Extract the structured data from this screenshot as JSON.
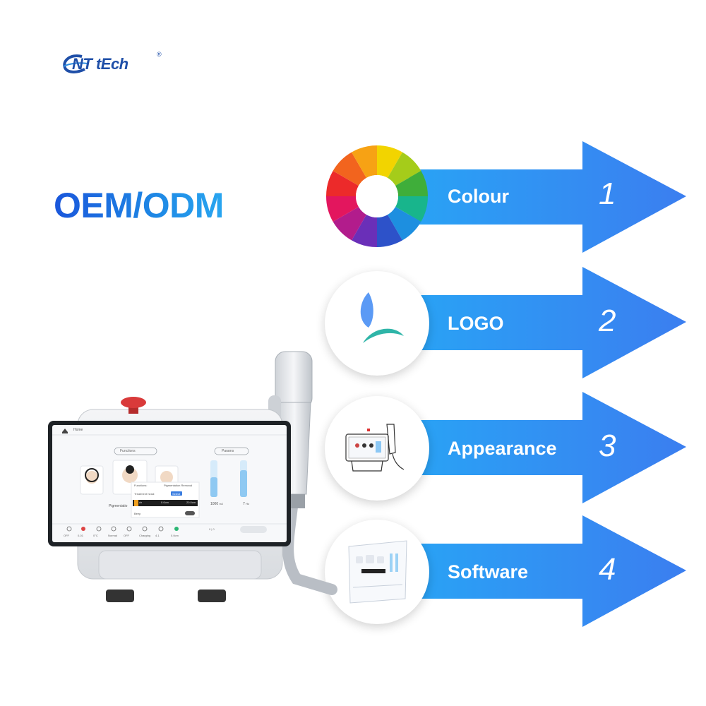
{
  "brand": {
    "text": "NT tEch",
    "mark": "C",
    "registered": "®"
  },
  "headline": "OEM/ODM",
  "options": [
    {
      "label": "Colour",
      "number": "1",
      "icon": "color-wheel-icon"
    },
    {
      "label": "LOGO",
      "number": "2",
      "icon": "logo-mark-icon"
    },
    {
      "label": "Appearance",
      "number": "3",
      "icon": "device-sketch-icon"
    },
    {
      "label": "Software",
      "number": "4",
      "icon": "software-screen-icon"
    }
  ],
  "screen": {
    "nav_title": "Home",
    "functions_label": "Functions",
    "params_label": "Params",
    "item_label": "Pigmentatio",
    "popup": {
      "functions_key": "Functions:",
      "functions_value": "Pigmentation Removal",
      "head_key": "Treatment head:",
      "head_btn": "Select",
      "range_left": "ch",
      "range_mid": "0.0cm",
      "range_right": "20.0cm",
      "beep_key": "Beep"
    },
    "energy_value": "1000",
    "energy_unit": "mJ",
    "freq_value": "7",
    "freq_unit": "Hz",
    "status_items": [
      "OFF",
      "0-01",
      "0°C",
      "Normal",
      "OFF",
      "Charging",
      "4.1",
      "0.0cm"
    ],
    "counter": "0 | 0"
  },
  "colors": {
    "arrow_start": "#29a3f5",
    "arrow_end": "#3b7ef0",
    "headline": "#1a56db",
    "brand": "#1f4fa8",
    "stop_button": "#d93a3a"
  }
}
